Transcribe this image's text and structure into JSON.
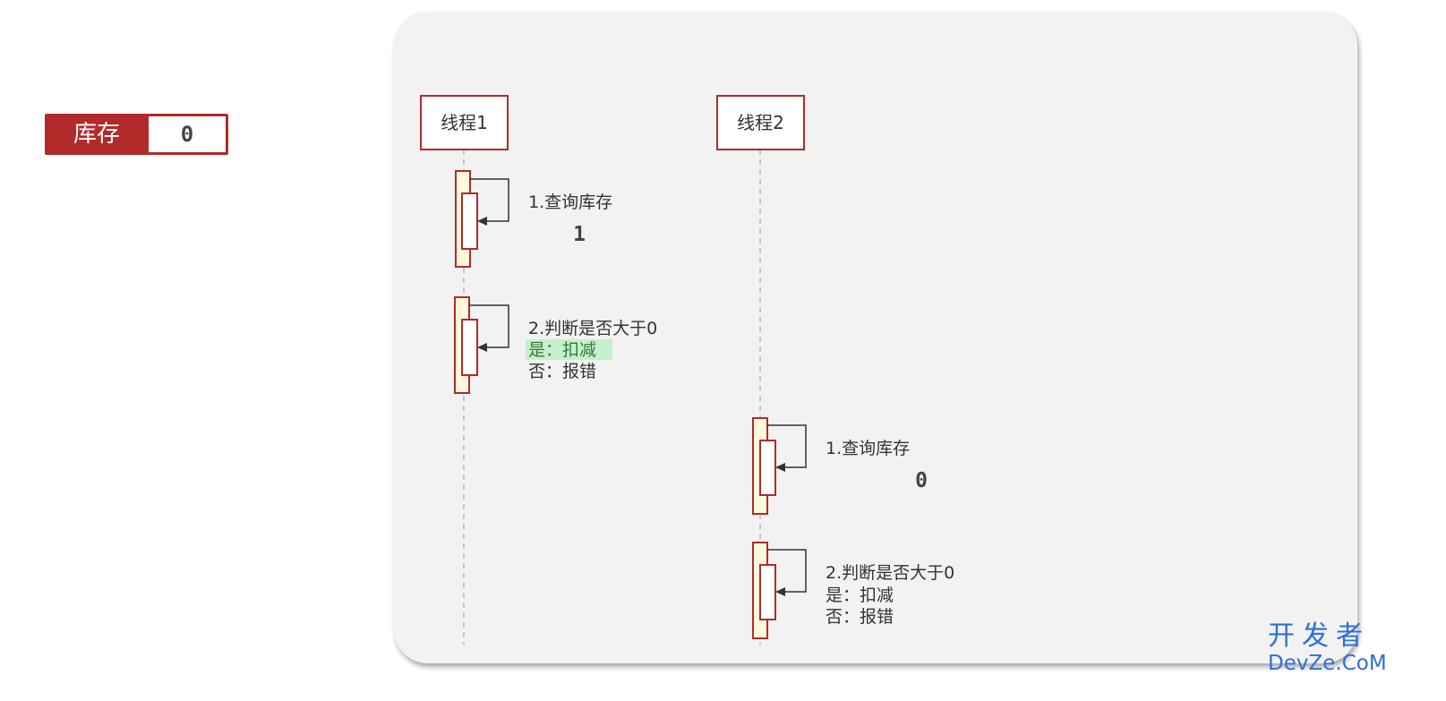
{
  "stock": {
    "label": "库存",
    "value": "0"
  },
  "threads": [
    {
      "name": "线程1",
      "steps": [
        {
          "text": "1.查询库存",
          "result": "1"
        },
        {
          "line1": "2.判断是否大于0",
          "yes": "是：扣减",
          "no": "否：报错",
          "yes_highlight": true
        }
      ]
    },
    {
      "name": "线程2",
      "steps": [
        {
          "text": "1.查询库存",
          "result": "0"
        },
        {
          "line1": "2.判断是否大于0",
          "yes": "是：扣减",
          "no": "否：报错",
          "yes_highlight": false
        }
      ]
    }
  ],
  "colors": {
    "accent": "#b22a2a",
    "activation_fill": "#fff8dc",
    "highlight": "#c6efce",
    "lifeline": "#b0b0b0",
    "arrow": "#333333",
    "text": "#333333"
  },
  "watermark": {
    "line1": "开发者",
    "line2": "DevZe.CoM"
  }
}
